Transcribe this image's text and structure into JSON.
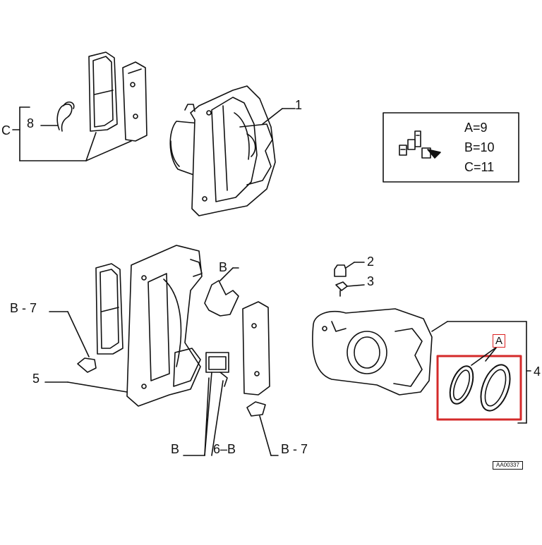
{
  "labels": {
    "c_top": "C",
    "n8": "8",
    "n1": "1",
    "n2": "2",
    "n3": "3",
    "b_spring": "B",
    "b7_left": "B - 7",
    "n5": "5",
    "b_bottom": "B",
    "b6": "6–B",
    "b7_right": "B - 7",
    "n4": "4",
    "a_box": "A"
  },
  "legend": {
    "rows": [
      "A=9",
      "B=10",
      "C=11"
    ]
  },
  "reference_code": "AA00337",
  "colors": {
    "line": "#111111",
    "highlight": "#d42a2a"
  }
}
